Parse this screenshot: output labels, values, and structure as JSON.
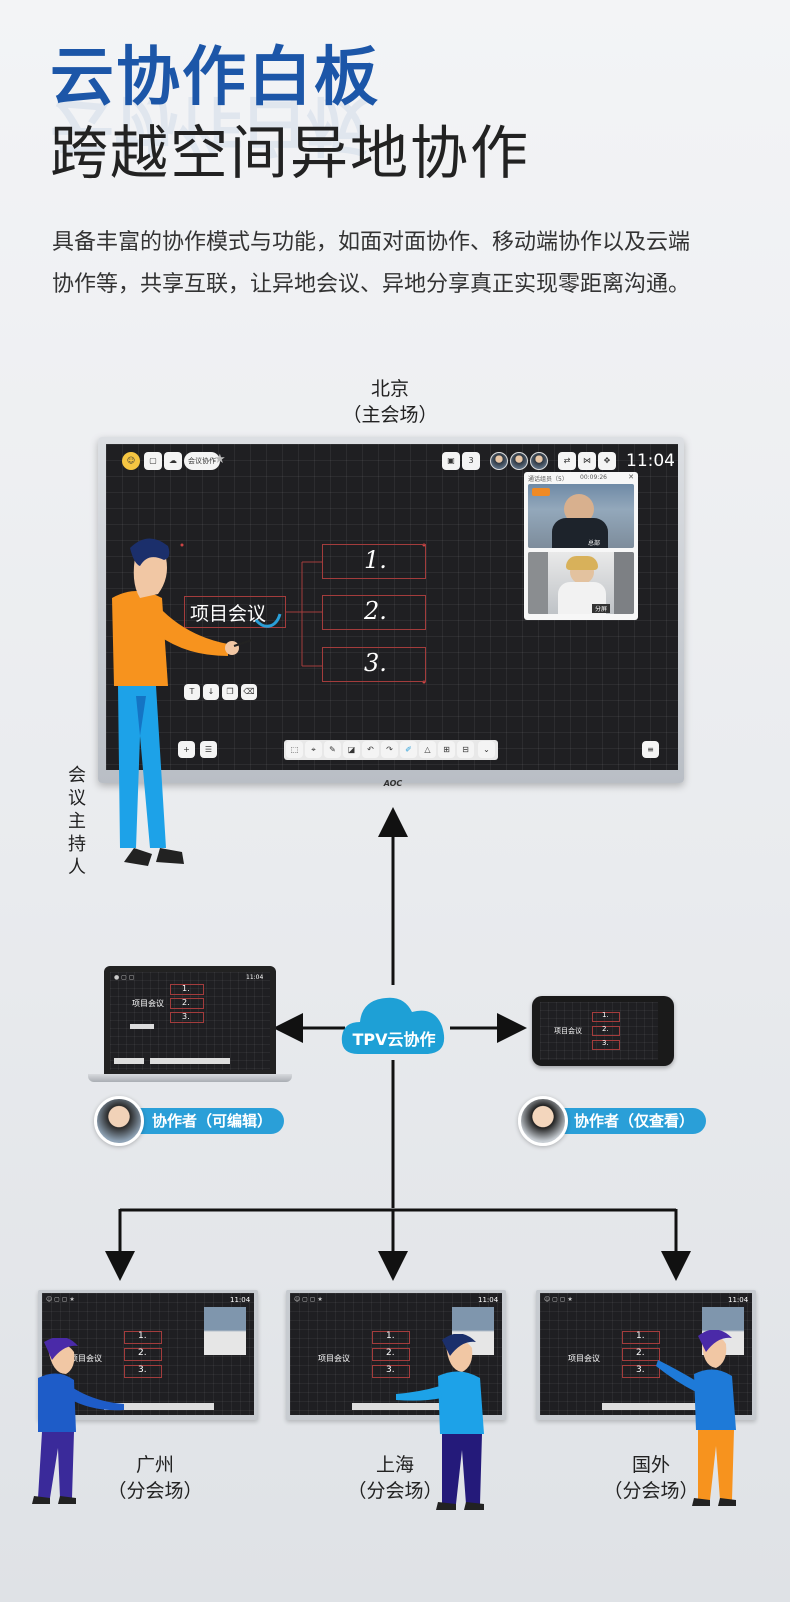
{
  "headline": {
    "title": "云协作白板",
    "subtitle": "跨越空间异地协作",
    "description": "具备丰富的协作模式与功能，如面对面协作、移动端协作以及云端协作等，共享互联，让异地会议、异地分享真正实现零距离沟通。"
  },
  "main_site": {
    "city": "北京",
    "role": "（主会场）",
    "presenter_label": "会议主持人",
    "display_brand": "AOC",
    "clock": "11:04",
    "topic": "项目会议",
    "items": [
      "1.",
      "2.",
      "3."
    ],
    "toolbar_left": [
      "新页",
      "云存储"
    ],
    "toolbar_pill": "会议协作",
    "toolbar_right": [
      "展示模式",
      "3",
      "同屏",
      "共享",
      "移动"
    ],
    "video_panel_title": "通话组员（5）",
    "video_panel_time": "00:09:26",
    "video_caption_1": "总部",
    "video_caption_2": "分屏"
  },
  "cloud": {
    "label": "TPV云协作"
  },
  "collaborators": [
    {
      "label": "协作者（可编辑）"
    },
    {
      "label": "协作者（仅查看）"
    }
  ],
  "mini_topic": "项目会议",
  "mini_clock": "11:04",
  "branches": [
    {
      "city": "广州",
      "role": "（分会场）"
    },
    {
      "city": "上海",
      "role": "（分会场）"
    },
    {
      "city": "国外",
      "role": "（分会场）"
    }
  ],
  "colors": {
    "title_blue": "#1c56a8",
    "accent_cyan": "#2a9fd8",
    "cloud_blue": "#1ea0d6",
    "stroke_red": "#a33c3c"
  }
}
